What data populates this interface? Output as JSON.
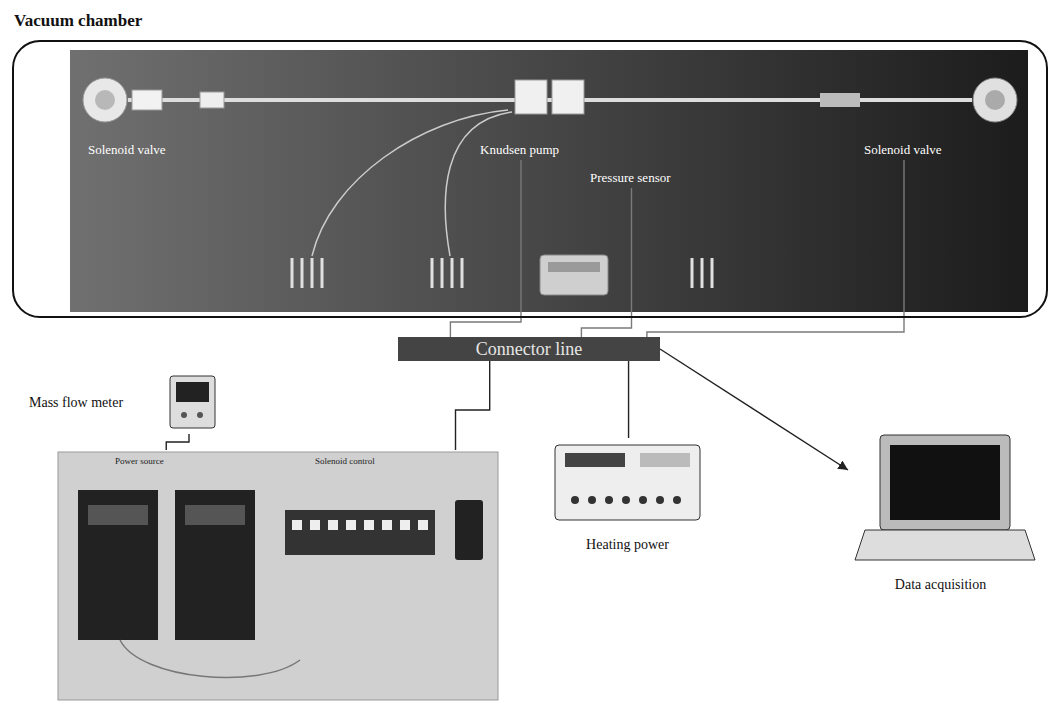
{
  "diagram": {
    "nodes": [
      {
        "text": [
          "Vacuum chamber"
        ]
      },
      {
        "text": [
          "Solenoid valve"
        ],
        "in": 0
      },
      {
        "text": [
          "Knudsen pump"
        ],
        "in": 0
      },
      {
        "text": [
          "Pressure sensor"
        ],
        "in": 0
      },
      {
        "text": [
          "Solenoid valve"
        ],
        "in": 0
      },
      {
        "text": [
          "Connector line"
        ]
      },
      {
        "text": [
          "Mass flow meter"
        ]
      },
      {
        "text": [
          "Power source",
          "Solenoid control"
        ]
      },
      {
        "text": [
          "Heating power"
        ]
      },
      {
        "text": [
          "Data acquisition"
        ]
      }
    ],
    "edges": [
      {
        "from": 2,
        "to": 5,
        "arrow": "none"
      },
      {
        "from": 3,
        "to": 5,
        "arrow": "none"
      },
      {
        "from": 4,
        "to": 5,
        "arrow": "none"
      },
      {
        "from": 5,
        "to": 7,
        "arrow": "none"
      },
      {
        "from": 5,
        "to": 8,
        "arrow": "none"
      },
      {
        "from": 5,
        "to": 9,
        "arrow": "to"
      },
      {
        "from": 6,
        "to": 7,
        "arrow": "none"
      }
    ]
  }
}
